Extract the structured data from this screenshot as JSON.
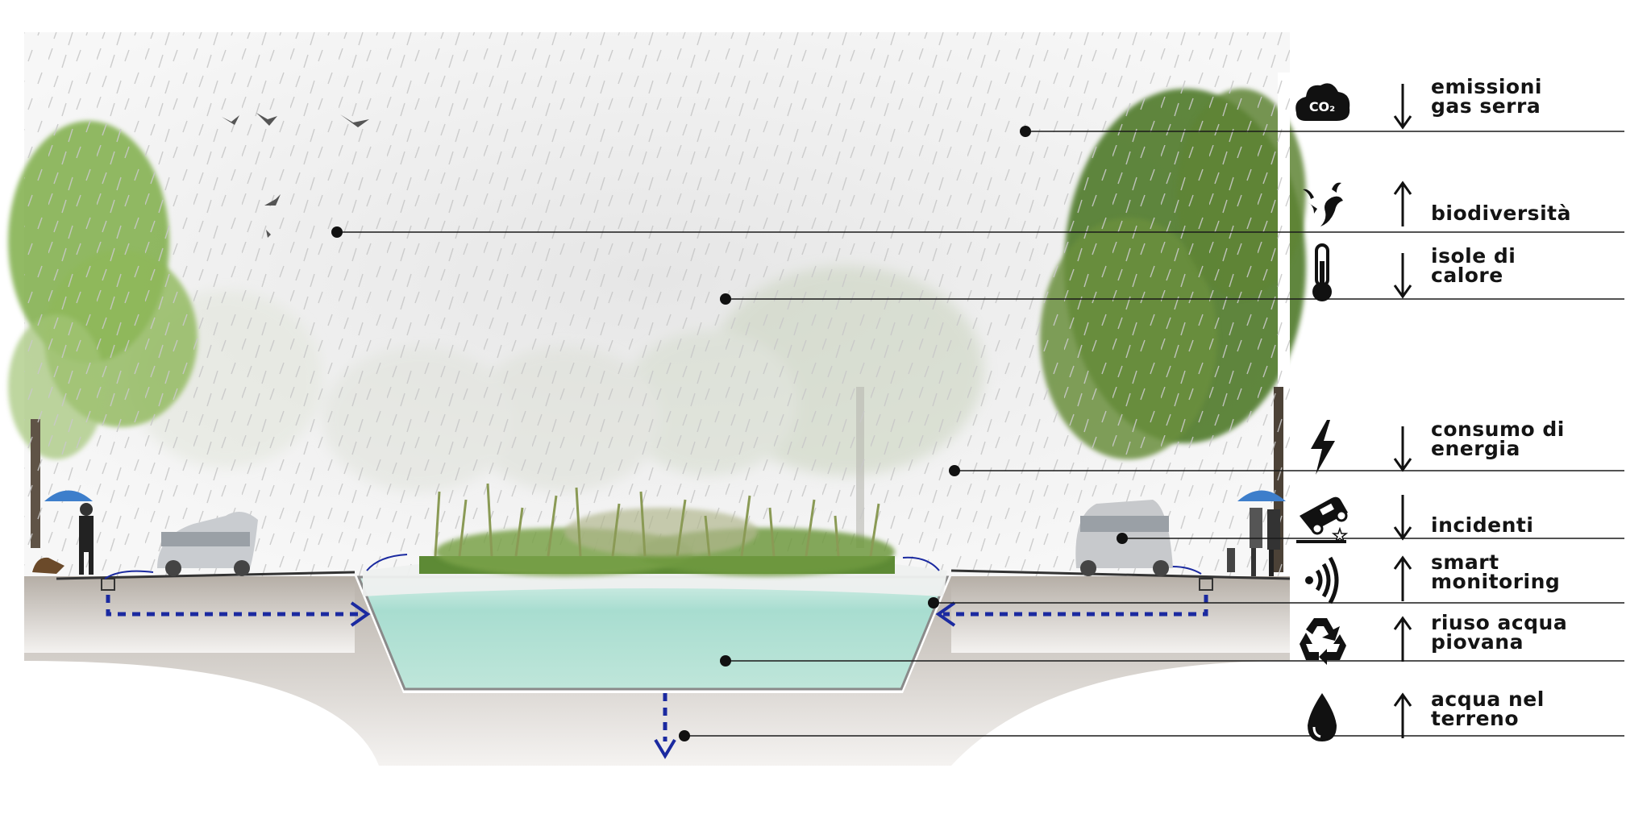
{
  "legend": [
    {
      "id": "emissions",
      "icon": "co2-cloud-icon",
      "icon_text": "CO₂",
      "direction": "down",
      "line1": "emissioni",
      "line2": "gas serra"
    },
    {
      "id": "biodiversity",
      "icon": "birds-icon",
      "direction": "up",
      "line1": "biodiversità",
      "line2": ""
    },
    {
      "id": "heat-islands",
      "icon": "thermometer-icon",
      "direction": "down",
      "line1": "isole di",
      "line2": "calore"
    },
    {
      "id": "energy",
      "icon": "lightning-icon",
      "direction": "down",
      "line1": "consumo di",
      "line2": "energia"
    },
    {
      "id": "accidents",
      "icon": "car-crash-icon",
      "direction": "down",
      "line1": "incidenti",
      "line2": ""
    },
    {
      "id": "monitoring",
      "icon": "wireless-signal-icon",
      "direction": "up",
      "line1": "smart",
      "line2": "monitoring"
    },
    {
      "id": "rainwater",
      "icon": "recycle-icon",
      "direction": "up",
      "line1": "riuso acqua",
      "line2": "piovana"
    },
    {
      "id": "groundwater",
      "icon": "water-drop-icon",
      "direction": "up",
      "line1": "acqua nel",
      "line2": "terreno"
    }
  ],
  "colors": {
    "water": "#a9ddd0",
    "soil": "#b9b3ac",
    "vegetation": "#6f9e3c",
    "flow_arrows": "#1b2aa0",
    "leader_lines": "#1a1a1a",
    "rain_mist": "#ececec"
  }
}
